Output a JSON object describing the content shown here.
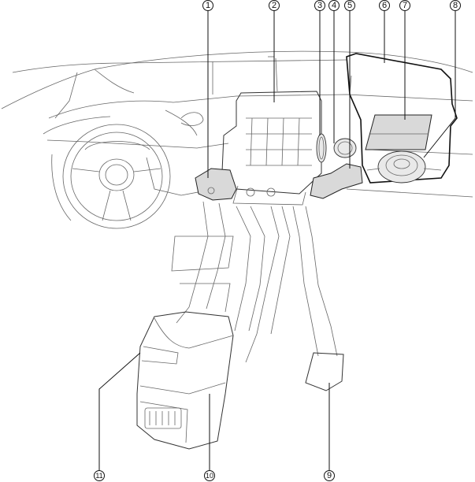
{
  "callouts": [
    {
      "id": "1",
      "label": "①"
    },
    {
      "id": "2",
      "label": "②"
    },
    {
      "id": "3",
      "label": "③"
    },
    {
      "id": "4",
      "label": "④"
    },
    {
      "id": "5",
      "label": "⑤"
    },
    {
      "id": "6",
      "label": "⑥"
    },
    {
      "id": "7",
      "label": "⑦"
    },
    {
      "id": "8",
      "label": "⑧"
    },
    {
      "id": "9",
      "label": "⑨"
    },
    {
      "id": "10",
      "label": "⑩"
    },
    {
      "id": "11",
      "label": "⑪"
    }
  ],
  "colors": {
    "component_fill": "#d9d9d9",
    "line": "#222222",
    "background": "#ffffff"
  }
}
